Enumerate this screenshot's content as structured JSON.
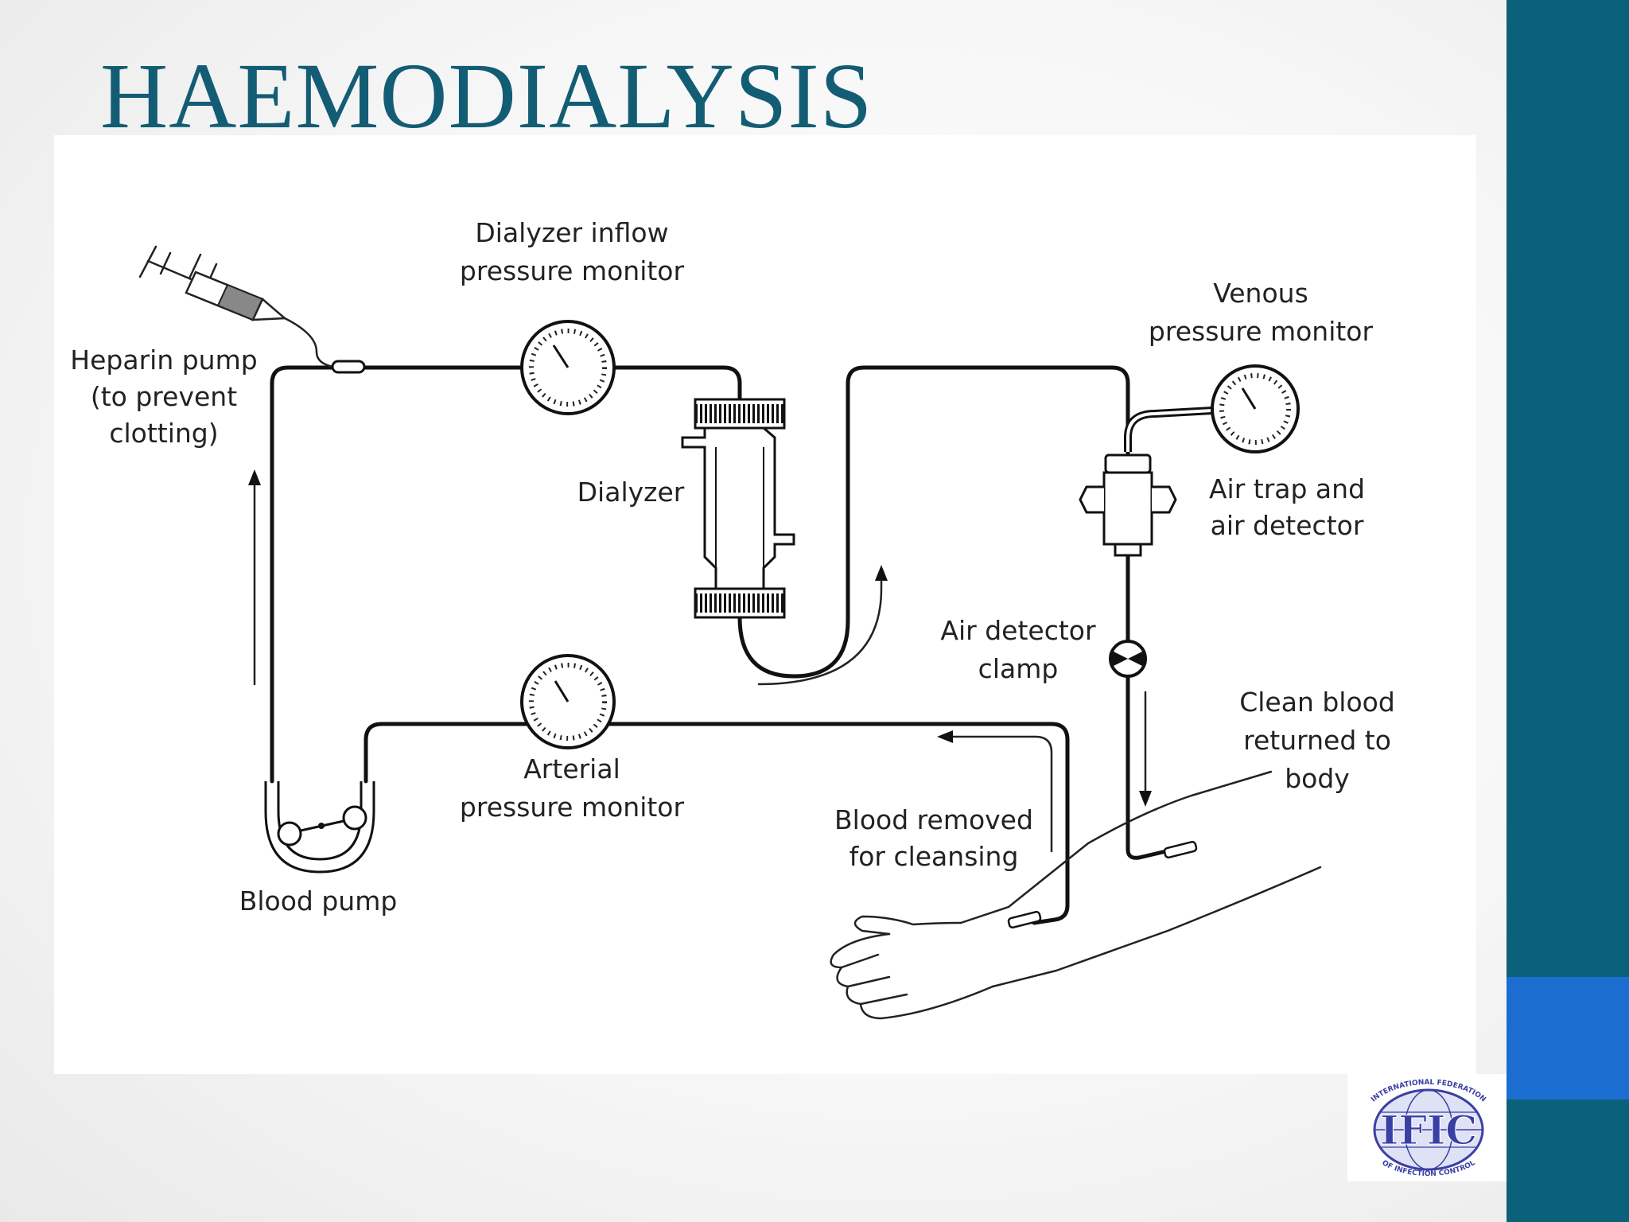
{
  "slide": {
    "title": "HAEMODIALYSIS"
  },
  "colors": {
    "title": "#135d74",
    "sidebar": "#0b6179",
    "sidebar_accent": "#1b6ed0",
    "logo_blue": "#3a3fa4"
  },
  "diagram": {
    "labels": {
      "dialyzer_inflow_line1": "Dialyzer inflow",
      "dialyzer_inflow_line2": "pressure monitor",
      "venous_line1": "Venous",
      "venous_line2": "pressure monitor",
      "heparin_line1": "Heparin pump",
      "heparin_line2": "(to prevent",
      "heparin_line3": "clotting)",
      "dialyzer": "Dialyzer",
      "air_trap_line1": "Air trap and",
      "air_trap_line2": "air detector",
      "air_clamp_line1": "Air detector",
      "air_clamp_line2": "clamp",
      "clean_blood_line1": "Clean blood",
      "clean_blood_line2": "returned to",
      "clean_blood_line3": "body",
      "arterial_line1": "Arterial",
      "arterial_line2": "pressure monitor",
      "blood_removed_line1": "Blood removed",
      "blood_removed_line2": "for cleansing",
      "blood_pump": "Blood pump"
    }
  },
  "logo": {
    "abbreviation": "IFIC",
    "ring_top": "INTERNATIONAL FEDERATION",
    "ring_bottom": "OF INFECTION CONTROL"
  }
}
